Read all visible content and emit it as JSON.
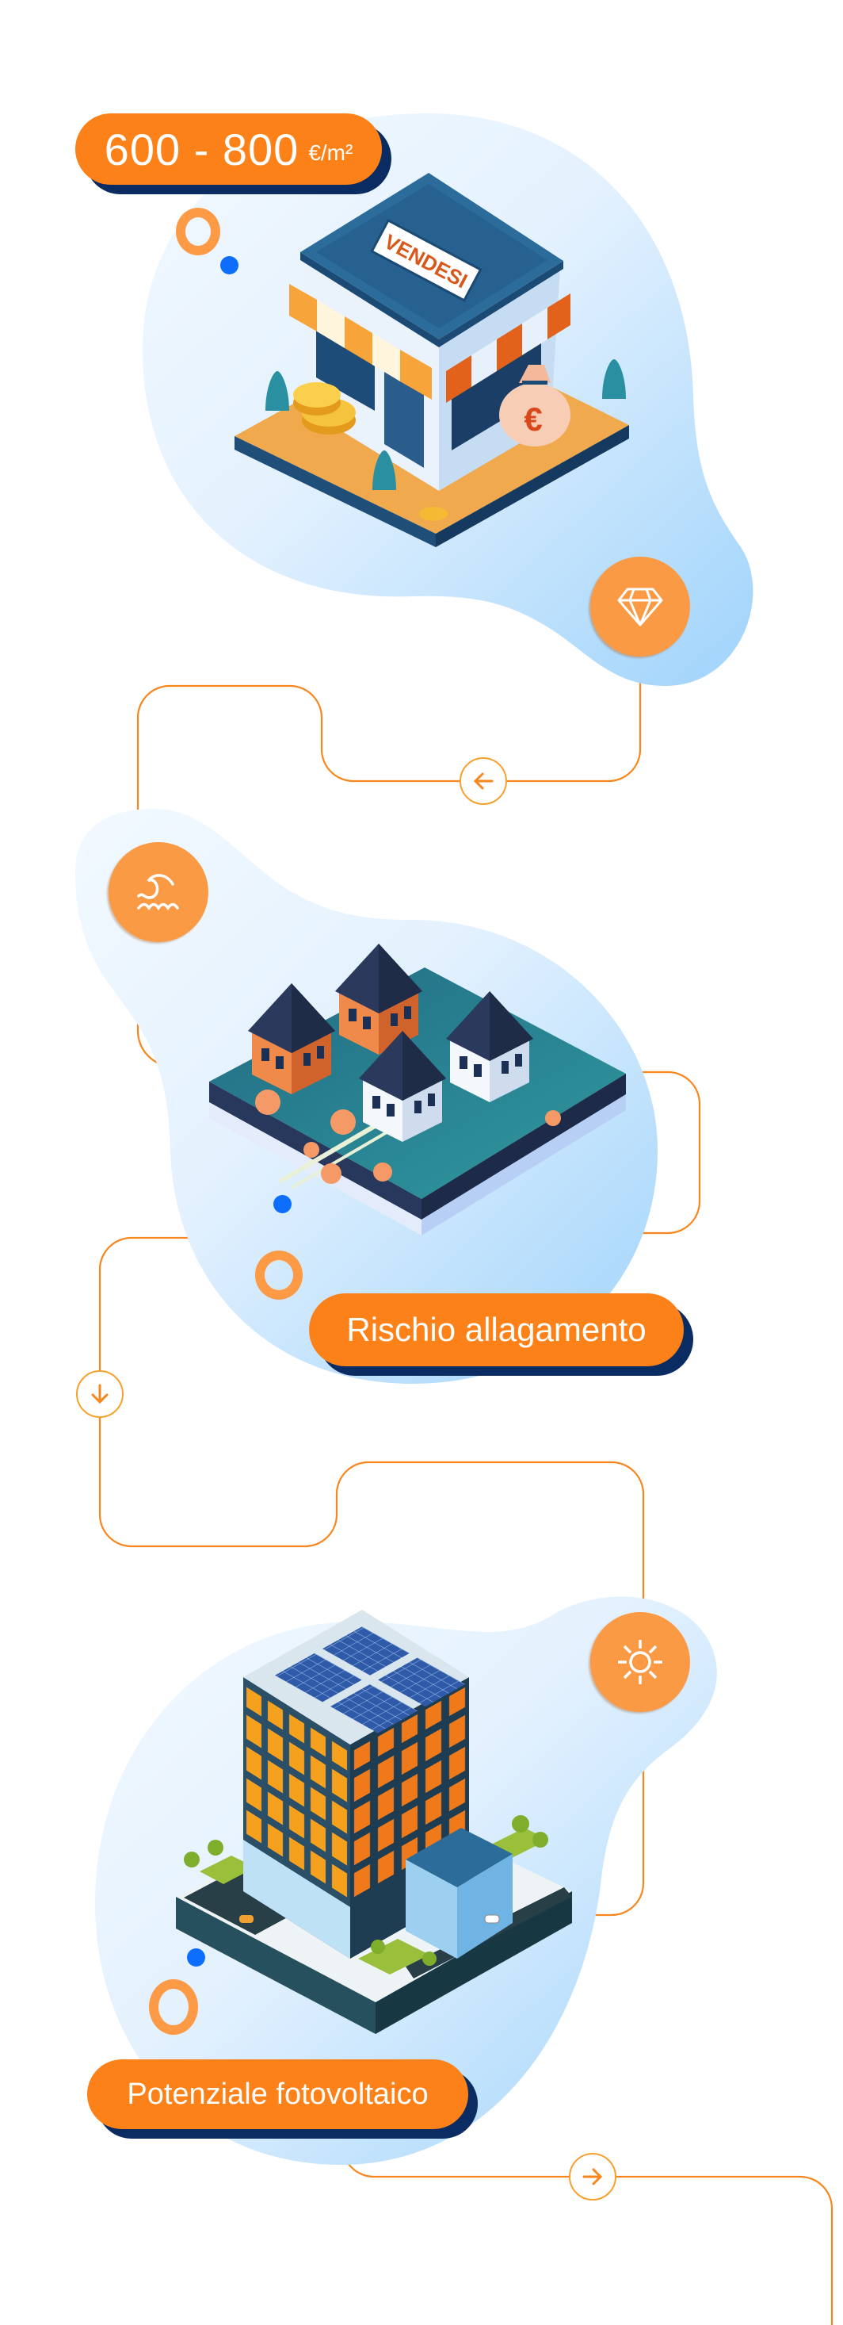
{
  "badges": {
    "price": {
      "value": "600 - 800",
      "unit": "€/m²"
    },
    "flood": "Rischio allagamento",
    "solar": "Potenziale fotovoltaico"
  },
  "illustrations": {
    "shop_sign": "VENDESI",
    "bag_symbol": "€"
  },
  "icons": {
    "price_step": "diamond-icon",
    "flood_step": "wave-icon",
    "solar_step": "sun-icon",
    "connectors": [
      "arrow-left-icon",
      "arrow-down-icon",
      "arrow-right-icon"
    ]
  },
  "colors": {
    "badge": "#fb8118",
    "badge_shadow": "#0b2c63",
    "icon_circle": "#fb9a45",
    "connector_line": "#f7861c",
    "accent_dot": "#0d6efd",
    "blob_light": "#eef7ff",
    "blob_dark": "#a6d6fb"
  }
}
